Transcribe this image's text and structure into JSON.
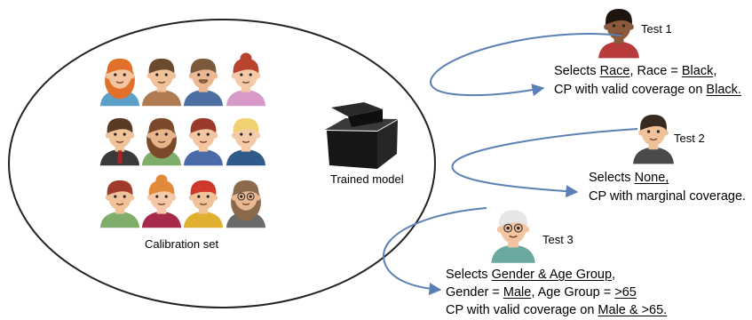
{
  "calibration_label": "Calibration set",
  "model_label": "Trained model",
  "tests": [
    {
      "label": "Test 1",
      "line1": {
        "prefix": "Selects ",
        "u1": "Race",
        "mid": ",  Race = ",
        "u2": "Black",
        "suffix": ","
      },
      "line2": {
        "prefix": "CP with valid coverage on ",
        "u1": "Black."
      }
    },
    {
      "label": "Test 2",
      "line1": {
        "prefix": "Selects ",
        "u1": "None,"
      },
      "line2": {
        "prefix": "CP with marginal coverage."
      }
    },
    {
      "label": "Test 3",
      "line1": {
        "prefix": "Selects ",
        "u1": "Gender & Age Group",
        "suffix": ","
      },
      "line2": {
        "prefix": "Gender = ",
        "u1": "Male",
        "mid": ", Age Group = ",
        "u2": ">65"
      },
      "line3": {
        "prefix": "CP with valid coverage on ",
        "u1": "Male & >65."
      }
    }
  ],
  "colors": {
    "arrow": "#5b80b5",
    "ellipse": "#222222",
    "box": "#1b1b1b"
  }
}
